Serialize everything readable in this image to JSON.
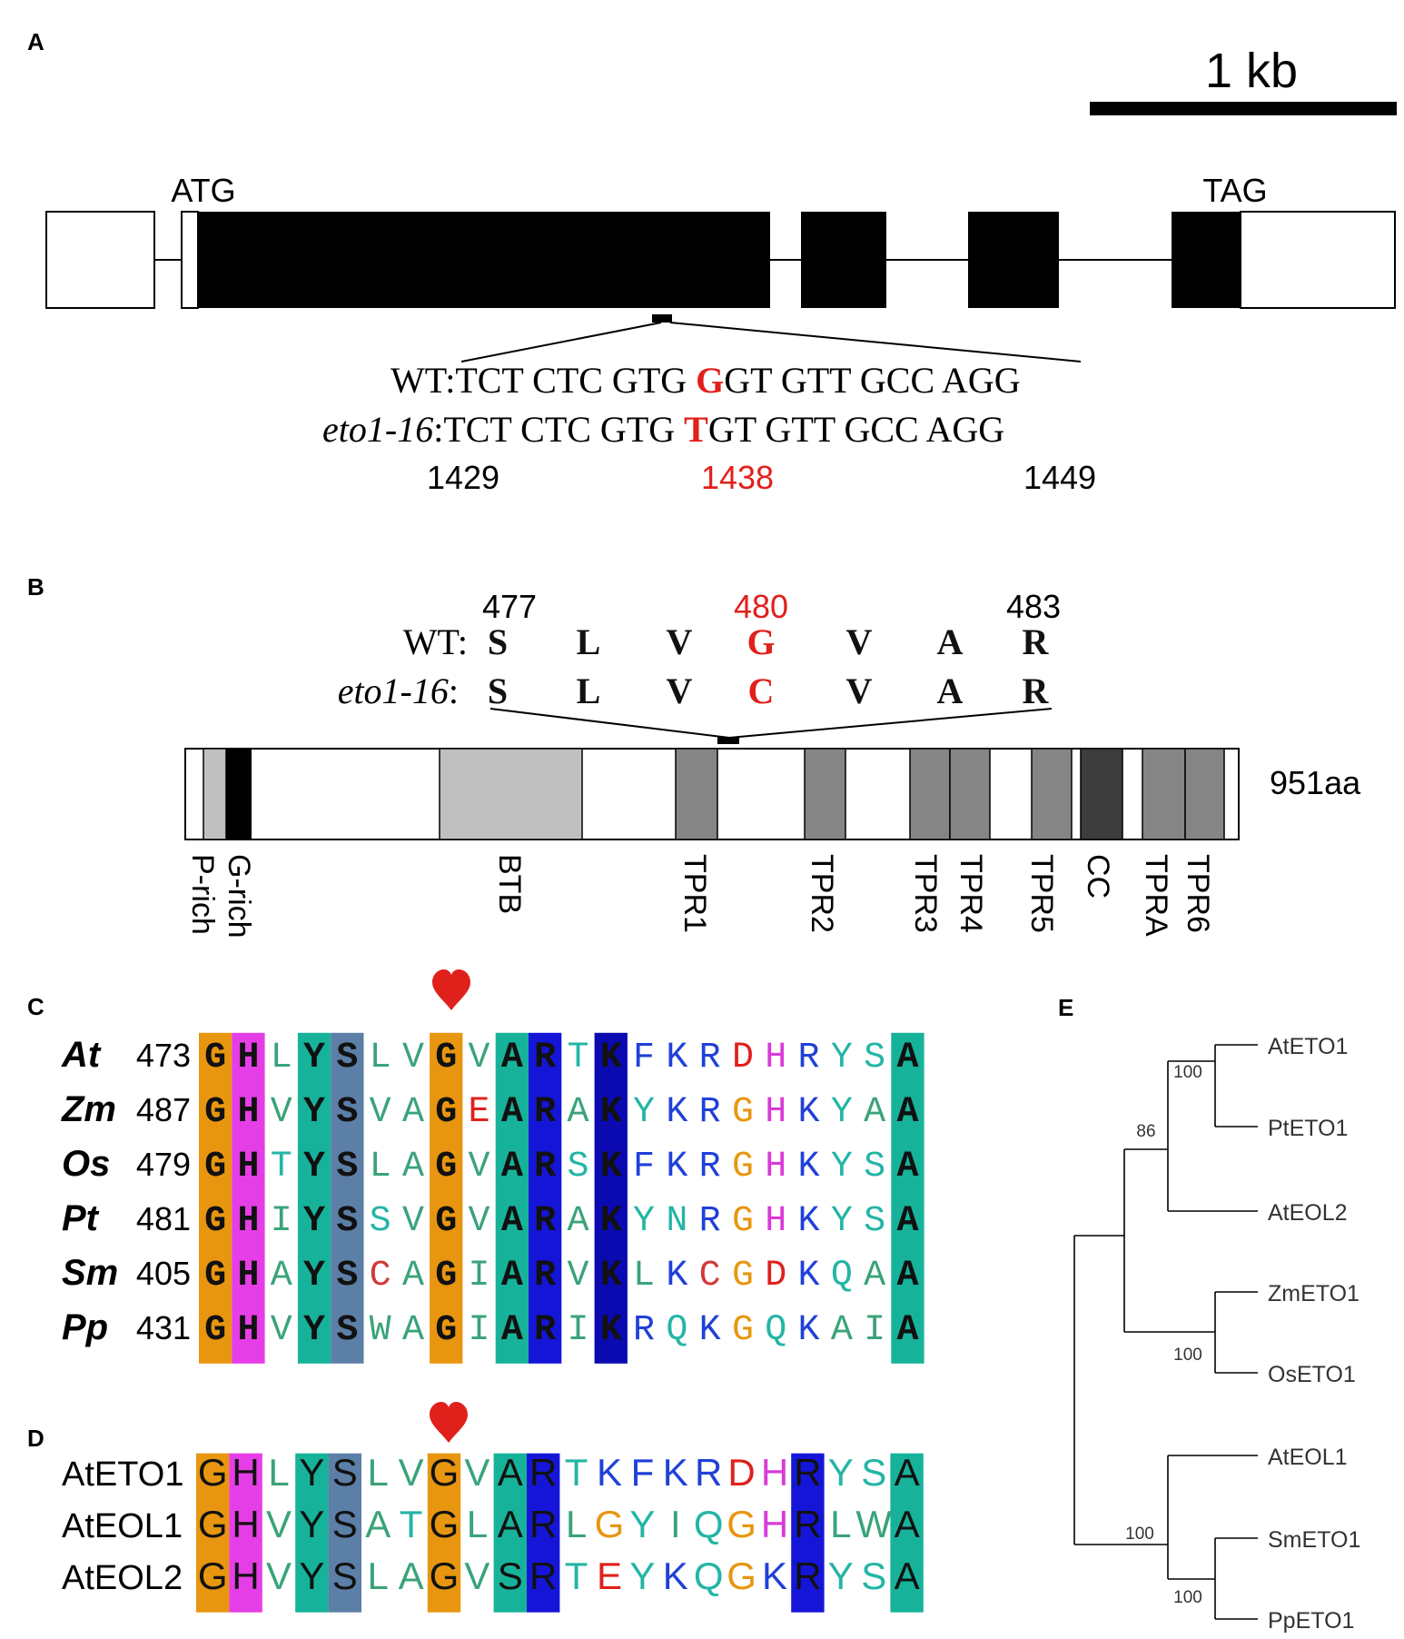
{
  "panels": {
    "A": "A",
    "B": "B",
    "C": "C",
    "D": "D",
    "E": "E"
  },
  "panel_a": {
    "scale_label": "1 kb",
    "start_codon": "ATG",
    "stop_codon": "TAG",
    "wt_prefix": "WT:",
    "mut_prefix": "eto1-16",
    "colon": ":",
    "seq_before": "TCT CTC GTG ",
    "wt_base": "G",
    "mut_base": "T",
    "seq_after": "GT GTT GCC AGG",
    "pos_left": "1429",
    "pos_mid": "1438",
    "pos_right": "1449"
  },
  "panel_b": {
    "pos_left": "477",
    "pos_mid": "480",
    "pos_right": "483",
    "wt_prefix": "WT:",
    "mut_prefix": "eto1-16",
    "colon": ":",
    "wt_residues": [
      "S",
      "L",
      "V",
      "G",
      "V",
      "A",
      "R"
    ],
    "mut_residues": [
      "S",
      "L",
      "V",
      "C",
      "V",
      "A",
      "R"
    ],
    "length_label": "951aa",
    "domains": [
      "P-rich",
      "G-rich",
      "BTB",
      "TPR1",
      "TPR2",
      "TPR3",
      "TPR4",
      "TPR5",
      "CC",
      "TPRA",
      "TPR6"
    ]
  },
  "panel_c": {
    "rows": [
      {
        "species": "At",
        "start": "473",
        "seq": "GHLYSLVGVARTKFKRDHRYSA"
      },
      {
        "species": "Zm",
        "start": "487",
        "seq": "GHVYSVAGEARAKYKRGHKYAA"
      },
      {
        "species": "Os",
        "start": "479",
        "seq": "GHTYSLAGVARSKFKRGHKYSA"
      },
      {
        "species": "Pt",
        "start": "481",
        "seq": "GHIYSSVGVARAKYNRGHKYSA"
      },
      {
        "species": "Sm",
        "start": "405",
        "seq": "GHAYSCAGIARVKLKCGDKQAA"
      },
      {
        "species": "Pp",
        "start": "431",
        "seq": "GHVYSWAGIARIKRQKGQKAIA"
      }
    ]
  },
  "panel_d": {
    "rows": [
      {
        "name": "AtETO1",
        "seq": "GHLYSLVGVARTKFKRDHRYSA"
      },
      {
        "name": "AtEOL1",
        "seq": "GHVYSATGLARLGYIQGHRLWA"
      },
      {
        "name": "AtEOL2",
        "seq": "GHVYSLAGVSRTEYKQGKRYSA"
      }
    ]
  },
  "panel_e": {
    "leaves": [
      "AtETO1",
      "PtETO1",
      "AtEOL2",
      "ZmETO1",
      "OsETO1",
      "AtEOL1",
      "SmETO1",
      "PpETO1"
    ],
    "bootstrap": [
      "100",
      "86",
      "100",
      "100",
      "100"
    ]
  },
  "colors": {
    "mutation_red": "#e0201b",
    "hydrophobic_orange": "#e8960f",
    "histidine_magenta": "#e63ee6",
    "teal": "#17b29a",
    "slate": "#5b7fa6",
    "blue": "#1515d8",
    "navy": "#0a0ab0"
  }
}
